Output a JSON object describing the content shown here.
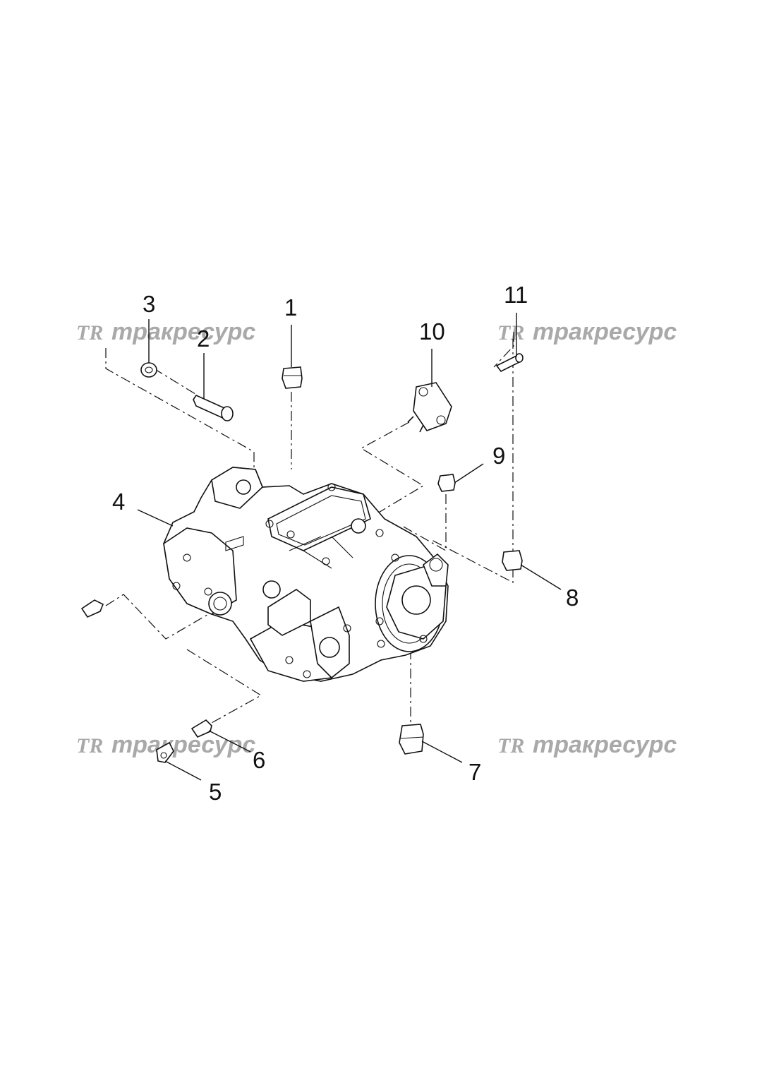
{
  "watermarks": [
    {
      "logo": "TR",
      "text": "тракресурс"
    },
    {
      "logo": "TR",
      "text": "тракресурс"
    },
    {
      "logo": "TR",
      "text": "тракресурс"
    },
    {
      "logo": "TR",
      "text": "тракресурс"
    }
  ],
  "callouts": [
    "1",
    "2",
    "3",
    "4",
    "5",
    "6",
    "7",
    "8",
    "9",
    "10",
    "11"
  ],
  "colors": {
    "line": "#111111",
    "watermark": "#a9a9a9",
    "background": "#ffffff"
  }
}
